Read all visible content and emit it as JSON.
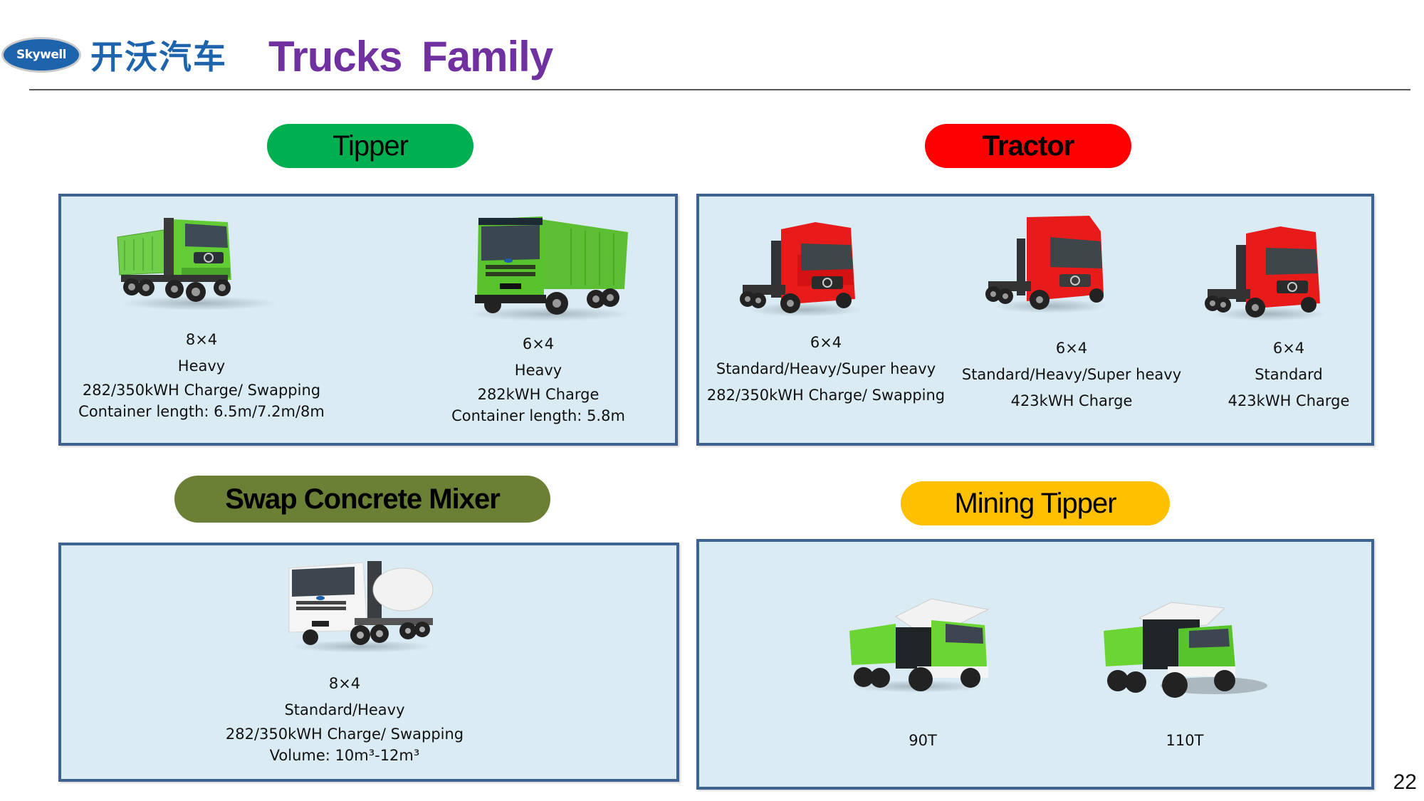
{
  "header": {
    "logo_text": "Skywell",
    "brand_cn": "开沃汽车",
    "title": "Trucks Family"
  },
  "colors": {
    "title": "#7030a0",
    "brand": "#1d64ad",
    "tipper_pill": "#00b050",
    "tractor_pill": "#ff0000",
    "mixer_pill": "#6b7f35",
    "mining_pill": "#ffc000",
    "panel_fill": "#daebf4",
    "panel_border": "#3f6391"
  },
  "sections": {
    "tipper": {
      "label": "Tipper",
      "items": [
        {
          "icon": "green-dump-truck-8x4-icon",
          "drive": "8×4",
          "class": "Heavy",
          "battery": "282/350kWH Charge/ Swapping",
          "extra": "Container length:   6.5m/7.2m/8m"
        },
        {
          "icon": "green-dump-truck-6x4-icon",
          "drive": "6×4",
          "class": "Heavy",
          "battery": "282kWH Charge",
          "extra": "Container length:   5.8m"
        }
      ]
    },
    "tractor": {
      "label": "Tractor",
      "items": [
        {
          "icon": "red-tractor-truck-icon",
          "drive": "6×4",
          "class": "Standard/Heavy/Super heavy",
          "battery": "282/350kWH Charge/ Swapping"
        },
        {
          "icon": "red-tractor-truck-icon",
          "drive": "6×4",
          "class": "Standard/Heavy/Super heavy",
          "battery": "423kWH Charge"
        },
        {
          "icon": "red-tractor-truck-icon",
          "drive": "6×4",
          "class": "Standard",
          "battery": "423kWH Charge"
        }
      ]
    },
    "mixer": {
      "label": "Swap Concrete Mixer",
      "items": [
        {
          "icon": "white-concrete-mixer-icon",
          "drive": "8×4",
          "class": "Standard/Heavy",
          "battery": "282/350kWH Charge/ Swapping",
          "extra": "Volume:   10m³-12m³"
        }
      ]
    },
    "mining": {
      "label": "Mining Tipper",
      "items": [
        {
          "icon": "mining-dump-truck-icon",
          "capacity": "90T"
        },
        {
          "icon": "mining-dump-truck-icon",
          "capacity": "110T"
        }
      ]
    }
  },
  "page_number": "22"
}
